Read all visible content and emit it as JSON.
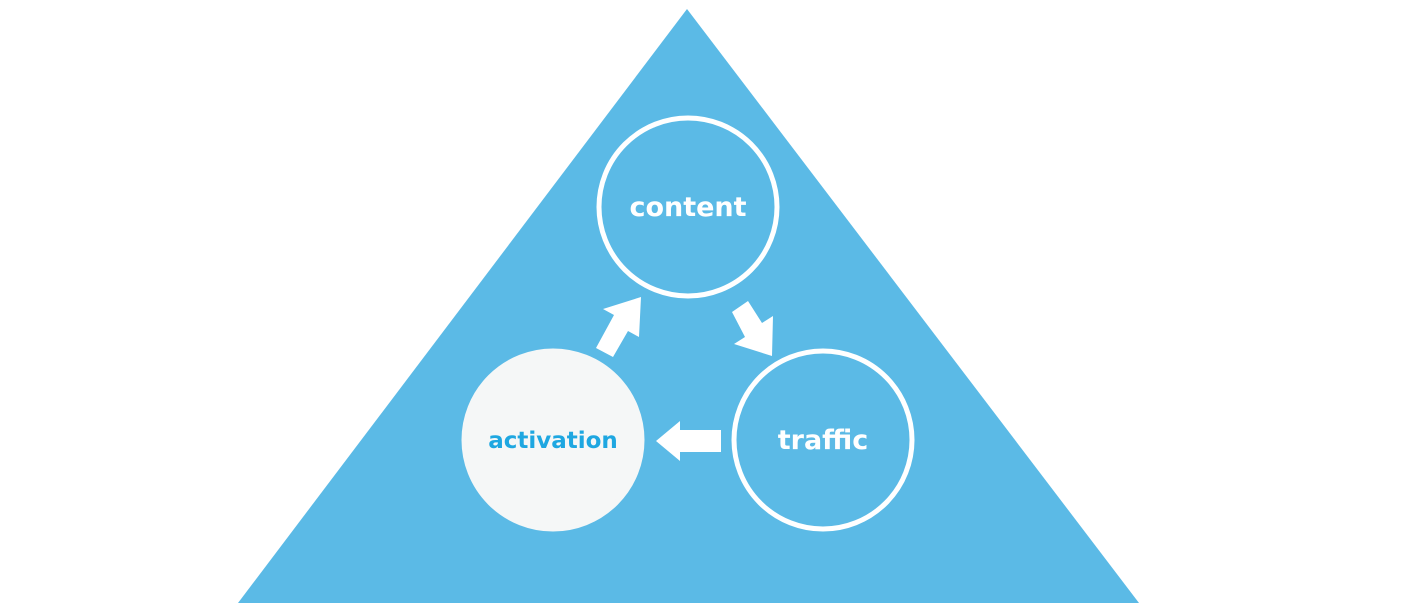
{
  "diagram": {
    "type": "cycle",
    "nodes": [
      {
        "id": "content",
        "label": "content"
      },
      {
        "id": "traffic",
        "label": "traffic"
      },
      {
        "id": "activation",
        "label": "activation",
        "highlighted": true
      }
    ],
    "edges": [
      {
        "from": "content",
        "to": "traffic"
      },
      {
        "from": "traffic",
        "to": "activation"
      },
      {
        "from": "activation",
        "to": "content"
      }
    ]
  },
  "colors": {
    "triangle_fill": "#5bbae6",
    "circle_stroke": "#ffffff",
    "circle_fill": "#5bbae6",
    "highlight_fill": "#f5f7f7",
    "label_text": "#ffffff",
    "highlight_text": "#1ea7e1",
    "arrow_fill": "#ffffff"
  }
}
